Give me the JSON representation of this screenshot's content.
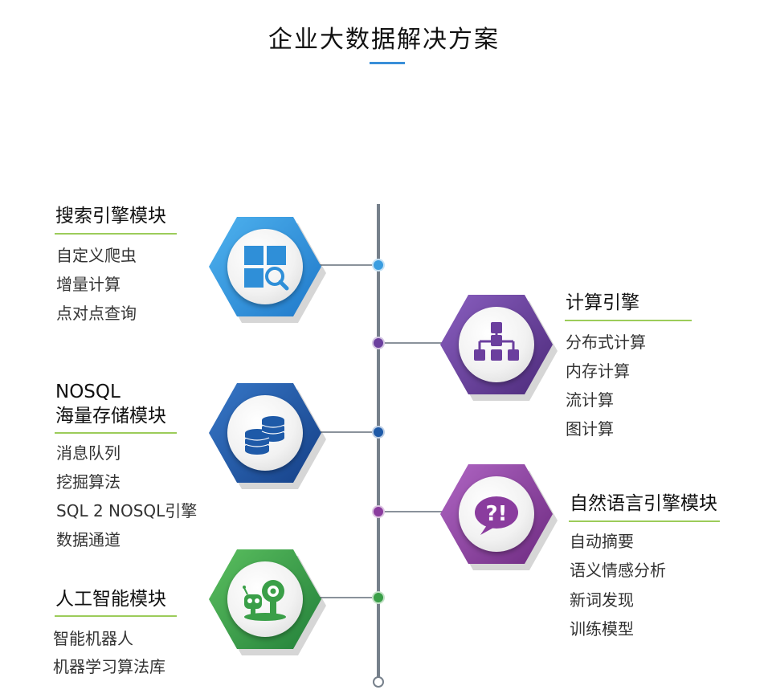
{
  "title": "企业大数据解决方案",
  "modules": [
    {
      "heading_lines": [
        "搜索引擎模块"
      ],
      "items": [
        "自定义爬虫",
        "增量计算",
        "点对点查询"
      ],
      "icon": "search-grid-icon",
      "color": "#2f8fd8"
    },
    {
      "heading_lines": [
        "计算引擎"
      ],
      "items": [
        "分布式计算",
        "内存计算",
        "流计算",
        "图计算"
      ],
      "icon": "hierarchy-icon",
      "color": "#6b3f9e"
    },
    {
      "heading_lines": [
        "NOSQL",
        "海量存储模块"
      ],
      "items": [
        "消息队列",
        "挖掘算法",
        "SQL 2 NOSQL引擎",
        "数据通道"
      ],
      "icon": "database-stack-icon",
      "color": "#1e5aa8"
    },
    {
      "heading_lines": [
        "自然语言引擎模块"
      ],
      "items": [
        "自动摘要",
        "语义情感分析",
        "新词发现",
        "训练模型"
      ],
      "icon": "speech-bubble-icon",
      "color": "#8a3c9e"
    },
    {
      "heading_lines": [
        "人工智能模块"
      ],
      "items": [
        "智能机器人",
        "机器学习算法库"
      ],
      "icon": "robot-icon",
      "color": "#3a9f48"
    }
  ]
}
